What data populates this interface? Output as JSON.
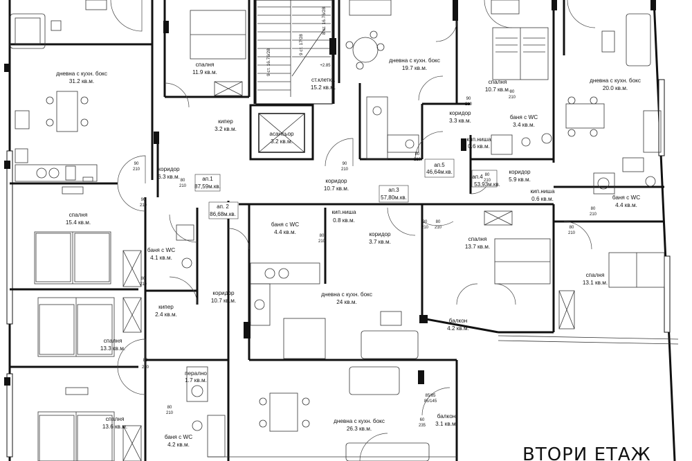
{
  "floor_title": "ВТОРИ  ЕТАЖ",
  "stair_labels": [
    "9 ст. 16.76/28",
    "8 ст. 16.76/28",
    "9 ст. 17/28"
  ],
  "level_mark": "+2.85",
  "rooms": [
    {
      "id": "r1",
      "name": "дневна с кухн. бокс",
      "area": "31.2 кв.м."
    },
    {
      "id": "r2",
      "name": "спалня",
      "area": "11.9 кв.м."
    },
    {
      "id": "r3",
      "name": "кипер",
      "area": "3.2 кв.м."
    },
    {
      "id": "r4",
      "name": "асансьор",
      "area": "3.2 кв.м."
    },
    {
      "id": "r5",
      "name": "ст.клетка",
      "area": "15.2 кв.м."
    },
    {
      "id": "r6",
      "name": "дневна с кухн. бокс",
      "area": "19.7 кв.м."
    },
    {
      "id": "r7",
      "name": "спалня",
      "area": "10.7 кв.м."
    },
    {
      "id": "r8",
      "name": "дневна с кухн. бокс",
      "area": "20.0 кв.м."
    },
    {
      "id": "r9",
      "name": "коридор",
      "area": "3.3 кв.м."
    },
    {
      "id": "r10",
      "name": "баня с WC",
      "area": "3.4 кв.м."
    },
    {
      "id": "r11",
      "name": "кип.ниша",
      "area": "0.6 кв.м."
    },
    {
      "id": "r12",
      "name": "коридор",
      "area": "6.3 кв.м."
    },
    {
      "id": "r13",
      "name": "коридор",
      "area": "10.7 кв.м."
    },
    {
      "id": "r14",
      "name": "коридор",
      "area": "5.9 кв.м."
    },
    {
      "id": "r15",
      "name": "кип.ниша",
      "area": "0.6 кв.м."
    },
    {
      "id": "r16",
      "name": "баня с WC",
      "area": "4.4 кв.м."
    },
    {
      "id": "r17",
      "name": "спалня",
      "area": "15.4 кв.м."
    },
    {
      "id": "r18",
      "name": "кип.ниша",
      "area": "0.8 кв.м."
    },
    {
      "id": "r19",
      "name": "баня с WC",
      "area": "4.4 кв.м."
    },
    {
      "id": "r20",
      "name": "коридор",
      "area": "3.7 кв.м."
    },
    {
      "id": "r21",
      "name": "спалня",
      "area": "13.7 кв.м."
    },
    {
      "id": "r22",
      "name": "баня с WC",
      "area": "4.1 кв.м."
    },
    {
      "id": "r23",
      "name": "коридор",
      "area": "10.7 кв.м."
    },
    {
      "id": "r24",
      "name": "дневна с кухн. бокс",
      "area": "24 кв.м."
    },
    {
      "id": "r25",
      "name": "спалня",
      "area": "13.1 кв.м."
    },
    {
      "id": "r26",
      "name": "кипер",
      "area": "2.4 кв.м."
    },
    {
      "id": "r27",
      "name": "балкон",
      "area": "4.2 кв.м."
    },
    {
      "id": "r28",
      "name": "спалня",
      "area": "13.3 кв.м."
    },
    {
      "id": "r29",
      "name": "перално",
      "area": "1.7 кв.м."
    },
    {
      "id": "r30",
      "name": "спалня",
      "area": "13.6 кв.м."
    },
    {
      "id": "r31",
      "name": "баня с WC",
      "area": "4.2 кв.м."
    },
    {
      "id": "r32",
      "name": "дневна с кухн. бокс",
      "area": "26.3 кв.м."
    },
    {
      "id": "r33",
      "name": "балкон",
      "area": "3.1 кв.м."
    }
  ],
  "apartments": [
    {
      "id": "ap1",
      "label": "ап.1",
      "area": "87,59м.кв."
    },
    {
      "id": "ap2",
      "label": "ап. 2",
      "area": "86,68м.кв."
    },
    {
      "id": "ap3",
      "label": "ап.3",
      "area": "57,80м.кв."
    },
    {
      "id": "ap4",
      "label": "ап.4",
      "area": "53,93м.кв."
    },
    {
      "id": "ap5",
      "label": "ап.5",
      "area": "46,64м.кв."
    }
  ],
  "door_marks": [
    "90",
    "210",
    "90",
    "210",
    "80",
    "210",
    "90",
    "210",
    "80",
    "210",
    "80",
    "210",
    "80",
    "210",
    "80",
    "210",
    "80",
    "210",
    "90",
    "210",
    "80",
    "210",
    "80",
    "210",
    "80",
    "210",
    "80",
    "210",
    "80",
    "210",
    "80",
    "210",
    "85/85",
    "85/145",
    "60",
    "235"
  ]
}
